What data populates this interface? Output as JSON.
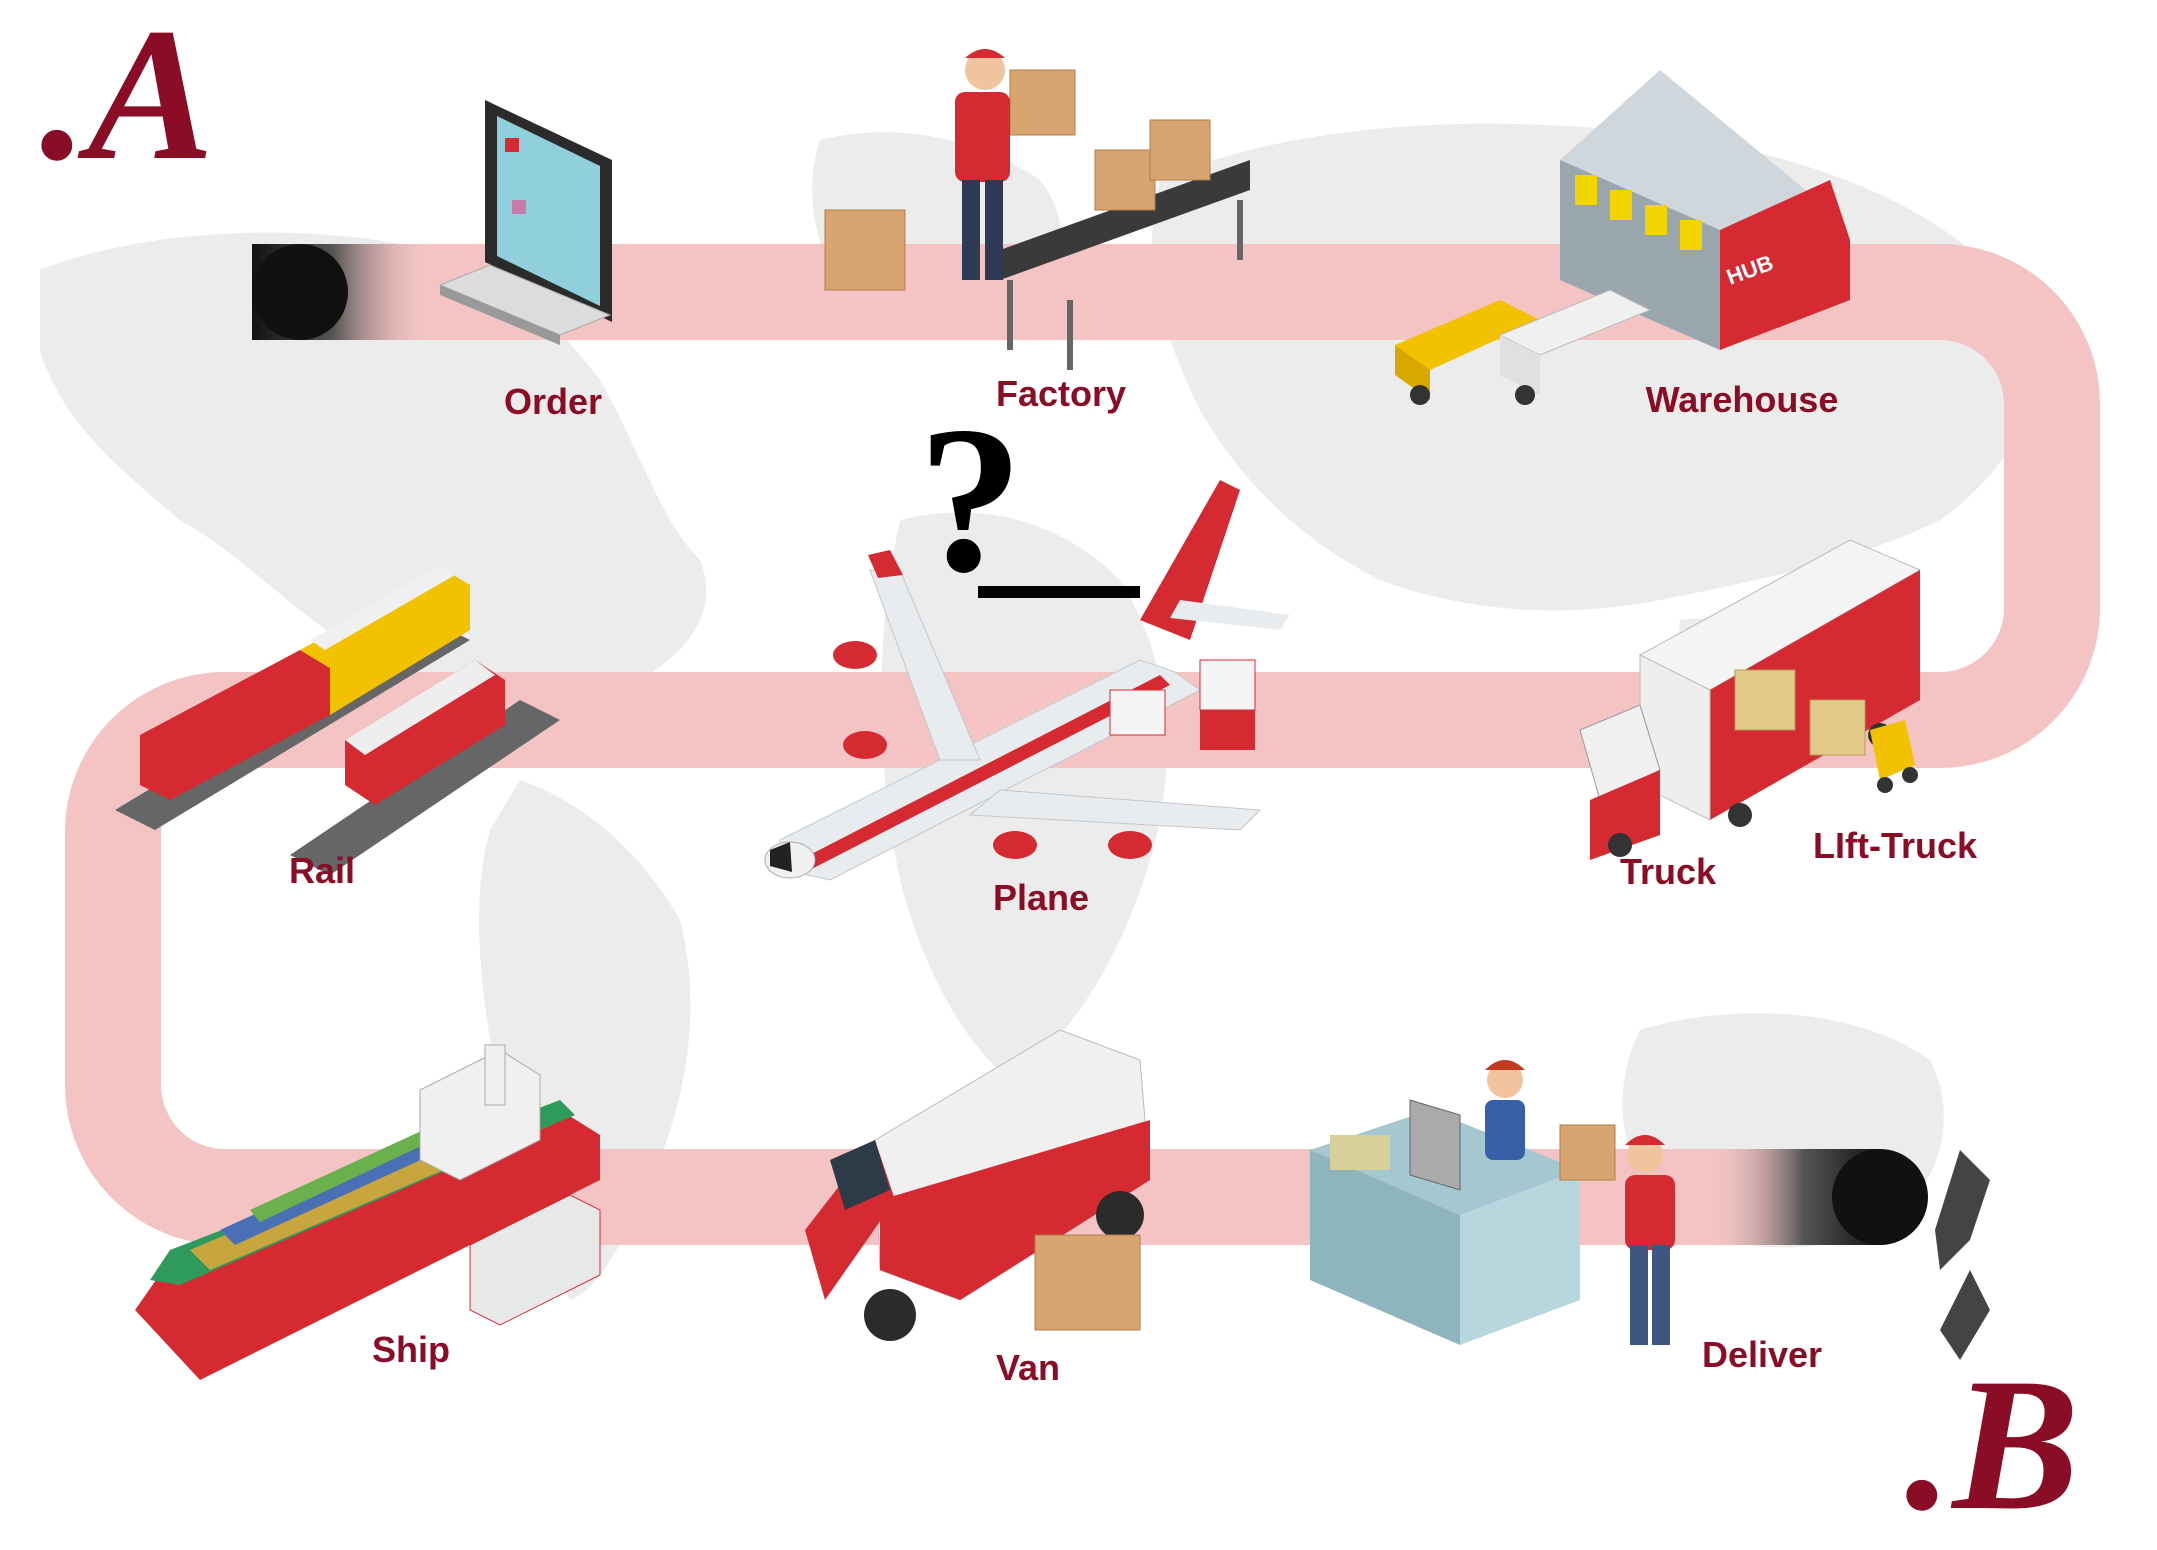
{
  "diagram": {
    "start_marker": ".A",
    "end_marker": ".B",
    "missing_step_mark": "?",
    "colors": {
      "route": "#f4c4c4",
      "accent_red": "#d52a32",
      "label_maroon": "#8a0c25",
      "map_gray": "#e8e8e8"
    },
    "steps": [
      {
        "id": "order",
        "label": "Order",
        "icon": "computer-icon"
      },
      {
        "id": "factory",
        "label": "Factory",
        "icon": "factory-worker-icon"
      },
      {
        "id": "warehouse",
        "label": "Warehouse",
        "icon": "warehouse-icon"
      },
      {
        "id": "truck",
        "label": "Truck",
        "icon": "truck-icon"
      },
      {
        "id": "lift-truck",
        "label": "LIft-Truck",
        "icon": "forklift-icon"
      },
      {
        "id": "plane",
        "label": "Plane",
        "icon": "airplane-icon"
      },
      {
        "id": "rail",
        "label": "Rail",
        "icon": "train-icon"
      },
      {
        "id": "ship",
        "label": "Ship",
        "icon": "container-ship-icon"
      },
      {
        "id": "van",
        "label": "Van",
        "icon": "van-icon"
      },
      {
        "id": "deliver",
        "label": "Deliver",
        "icon": "delivery-desk-icon"
      }
    ]
  }
}
